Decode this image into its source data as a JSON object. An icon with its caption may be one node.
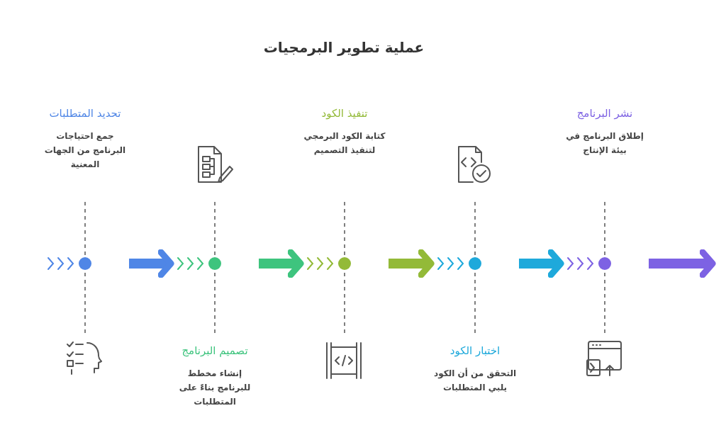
{
  "diagram": {
    "title": "عملية تطوير البرمجيات",
    "nodes": [
      {
        "text": [
          "تحديد المتطلبات",
          "جمع احتياجات البرنامج من الجهات المعنية"
        ]
      },
      {
        "text": [
          "تصميم البرنامج",
          "إنشاء مخطط للبرنامج بناءً على المتطلبات"
        ]
      },
      {
        "text": [
          "تنفيذ الكود",
          "كتابة الكود البرمجي لتنفيذ التصميم"
        ]
      },
      {
        "text": [
          "اختبار الكود",
          "التحقق من أن الكود يلبي المتطلبات"
        ]
      },
      {
        "text": [
          "نشر البرنامج",
          "إطلاق البرنامج في بيئة الإنتاج"
        ]
      }
    ],
    "edges": [
      {
        "from": 0,
        "to": 1,
        "arrow": "to",
        "color": "#4f86e6"
      },
      {
        "from": 1,
        "to": 2,
        "arrow": "to",
        "color": "#3ec47e"
      },
      {
        "from": 2,
        "to": 3,
        "arrow": "to",
        "color": "#93ba38"
      },
      {
        "from": 3,
        "to": 4,
        "arrow": "to",
        "color": "#1ea9db"
      },
      {
        "from": 4,
        "to": null,
        "arrow": "to",
        "color": "#7d62e3"
      }
    ]
  }
}
